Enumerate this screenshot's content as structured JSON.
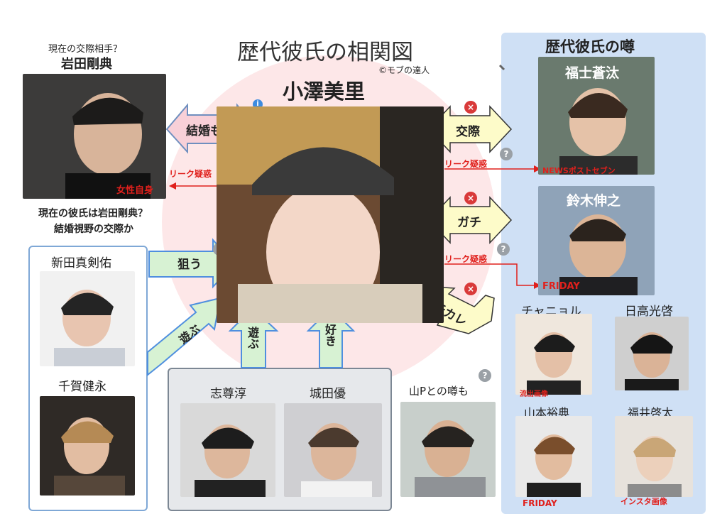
{
  "title": "歴代彼氏の相関図",
  "credit": "©モブの達人",
  "center_name": "小澤美里",
  "current": {
    "caption": "現在の交際相手？",
    "name": "岩田剛典",
    "source": "女性自身",
    "leak": "リーク疑惑",
    "arrow": "結婚も？",
    "note_line1": "現在の彼氏は岩田剛典？",
    "note_line2": "結婚視野の交際か"
  },
  "right_panel": {
    "title": "歴代彼氏の噂",
    "fukushi": {
      "name": "福士蒼汰",
      "source": "NEWSポストセブン",
      "leak": "リーク疑惑",
      "arrow": "交際"
    },
    "suzuki": {
      "name": "鈴木伸之",
      "source": "FRIDAY",
      "leak": "リーク疑惑",
      "arrow": "ガチ"
    },
    "ex_arrow": "元カレ",
    "chanyeol": {
      "name": "チャニョル",
      "source": "流出画像"
    },
    "hidaka": {
      "name": "日高光啓"
    },
    "yamamoto": {
      "name": "山本裕典",
      "source": "FRIDAY"
    },
    "fukui": {
      "name": "福井啓太",
      "source": "インスタ画像"
    }
  },
  "left_box": {
    "arata": {
      "name": "新田真剣佑",
      "arrow": "狙う"
    },
    "chiga": {
      "name": "千賀健永",
      "arrow": "遊ぶ"
    }
  },
  "bottom_box": {
    "shison": {
      "name": "志尊淳",
      "arrow": "遊ぶ"
    },
    "joda": {
      "name": "城田優",
      "arrow": "好き"
    }
  },
  "yamap": {
    "caption": "山Pとの噂も"
  },
  "icons": {
    "info": "i",
    "question": "?",
    "cross": "×"
  },
  "colors": {
    "pink_arrow": "#f8d0d8",
    "yellow_arrow": "#fdfbc9",
    "green_arrow": "#d7f2d3",
    "panel": "#cfe0f5",
    "red": "#e0201c"
  }
}
